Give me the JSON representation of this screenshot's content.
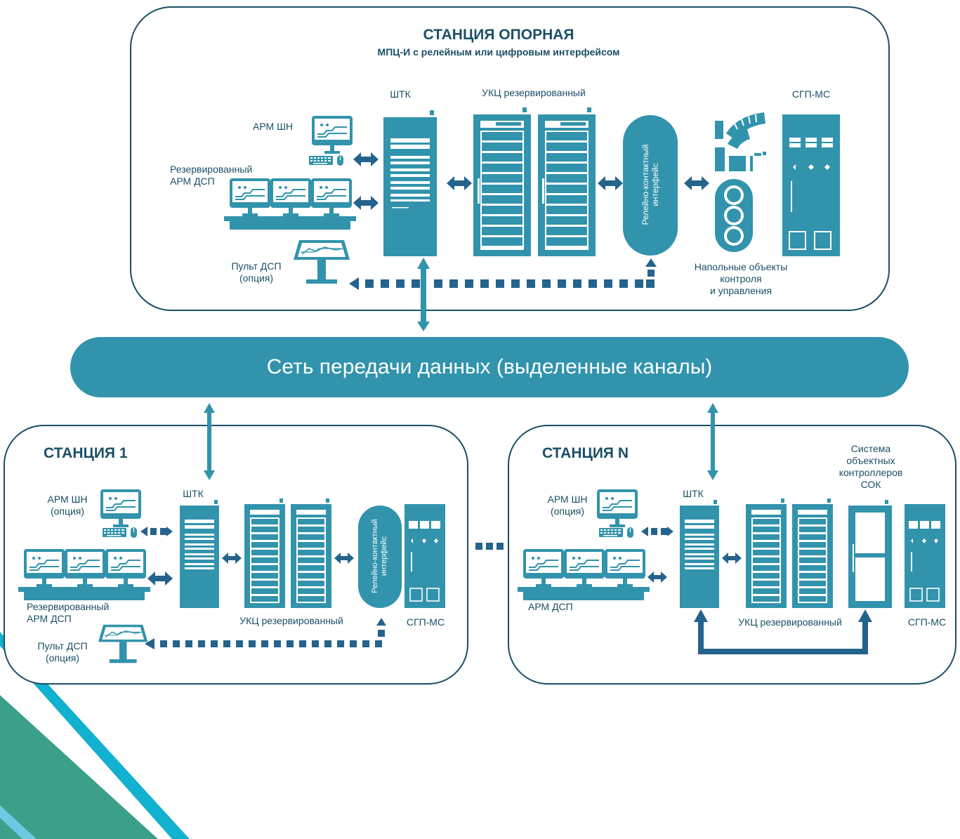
{
  "network": {
    "label": "Сеть передачи данных (выделенные каналы)"
  },
  "reference_station": {
    "title": "СТАНЦИЯ ОПОРНАЯ",
    "subtitle": "МПЦ-И с релейным или цифровым интерфейсом",
    "shtk": "ШТК",
    "ukc": "УКЦ резервированный",
    "sgp": "СГП-МС",
    "arm_shn": "АРМ ШН",
    "arm_dsp_line1": "Резервированный",
    "arm_dsp_line2": "АРМ ДСП",
    "pult_line1": "Пульт ДСП",
    "pult_line2": "(опция)",
    "relay_line1": "Релейно-контактный",
    "relay_line2": "интерфейс",
    "field_line1": "Напольные объекты",
    "field_line2": "контроля",
    "field_line3": "и управления"
  },
  "station_1": {
    "title": "СТАНЦИЯ 1",
    "shtk": "ШТК",
    "arm_shn_line1": "АРМ ШН",
    "arm_shn_line2": "(опция)",
    "arm_dsp_line1": "Резервированный",
    "arm_dsp_line2": "АРМ ДСП",
    "pult_line1": "Пульт ДСП",
    "pult_line2": "(опция)",
    "relay_line1": "Релейно-контактный",
    "relay_line2": "интерфейс",
    "ukc": "УКЦ резервированный",
    "sgp": "СГП-МС"
  },
  "station_n": {
    "title": "СТАНЦИЯ N",
    "shtk": "ШТК",
    "arm_shn_line1": "АРМ ШН",
    "arm_shn_line2": "(опция)",
    "arm_dsp": "АРМ ДСП",
    "sok_line1": "Система",
    "sok_line2": "объектных",
    "sok_line3": "контроллеров",
    "sok_line4": "СОК",
    "ukc": "УКЦ резервированный",
    "sgp": "СГП-МС"
  },
  "colors": {
    "equipment": "#3293ac",
    "arrow": "#24638c",
    "border": "#1b4f66",
    "stripe_teal": "#3b9f8a",
    "stripe_cyan": "#12b1cf",
    "stripe_light": "#6cc9e1"
  }
}
